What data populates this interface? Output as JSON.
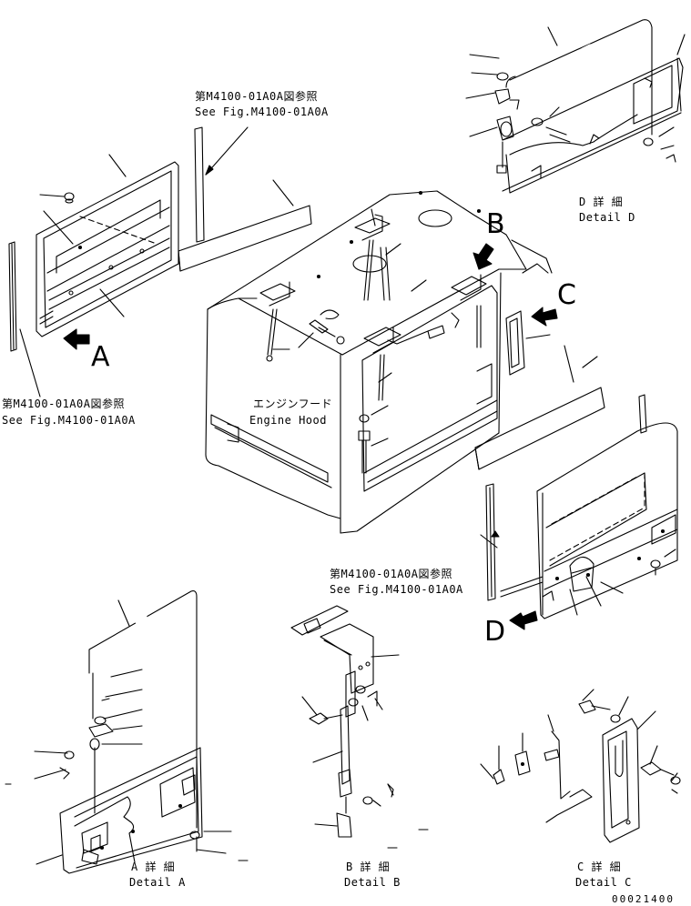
{
  "title_block": {
    "drawing_number": "00021400"
  },
  "references": [
    {
      "jp": "第M4100-01A0A図参照",
      "en": "See Fig.M4100-01A0A"
    },
    {
      "jp": "第M4100-01A0A図参照",
      "en": "See Fig.M4100-01A0A"
    },
    {
      "jp": "第M4100-01A0A図参照",
      "en": "See Fig.M4100-01A0A"
    }
  ],
  "main_part": {
    "jp": "エンジンフード",
    "en": "Engine Hood"
  },
  "view_letters": [
    "A",
    "B",
    "C",
    "D"
  ],
  "details": {
    "a": {
      "jp": "A 詳 細",
      "en": "Detail A"
    },
    "b": {
      "jp": "B 詳 細",
      "en": "Detail B"
    },
    "c": {
      "jp": "C 詳 細",
      "en": "Detail C"
    },
    "d": {
      "jp": "D 詳 細",
      "en": "Detail D"
    }
  }
}
